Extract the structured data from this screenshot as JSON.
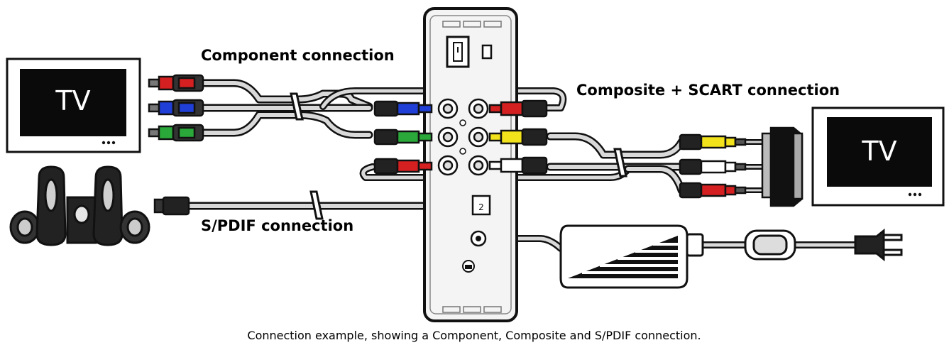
{
  "labels": {
    "component": "Component connection",
    "composite": "Composite + SCART connection",
    "spdif": "S/PDIF connection",
    "caption": "Connection example, showing a Component, Composite and S/PDIF connection."
  },
  "tv_left": {
    "text": "TV"
  },
  "tv_right": {
    "text": "TV"
  },
  "spdif_port": {
    "text": "2"
  },
  "colors": {
    "red": "#d42020",
    "blue": "#1f3fd6",
    "green": "#2aa83a",
    "yellow": "#f2e21c",
    "white": "#ffffff",
    "outline": "#111111"
  },
  "icons": [
    "tv-icon",
    "speaker-set-icon",
    "media-player-icon",
    "power-adapter-icon",
    "power-plug-icon",
    "scart-connector-icon"
  ]
}
